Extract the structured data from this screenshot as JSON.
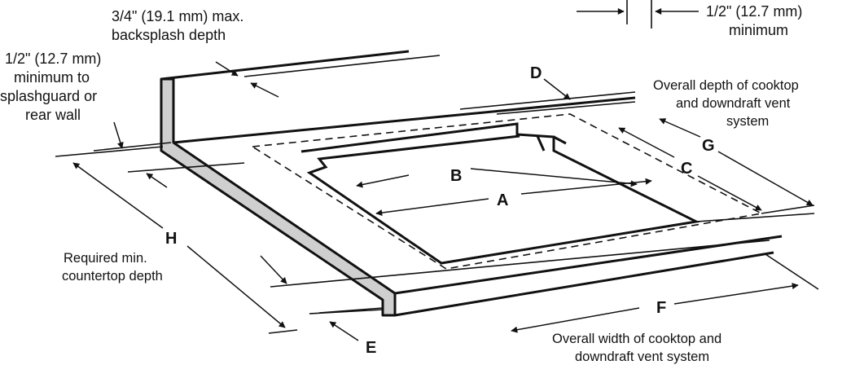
{
  "labels": {
    "backsplash_line1": "3/4\" (19.1 mm) max.",
    "backsplash_line2": "backsplash depth",
    "minimum_top_line1": "1/2\" (12.7 mm)",
    "minimum_top_line2": "minimum",
    "rear_line1": "1/2\" (12.7 mm)",
    "rear_line2": "minimum to",
    "rear_line3": "splashguard or",
    "rear_line4": "rear wall",
    "overall_depth_line1": "Overall depth of cooktop",
    "overall_depth_line2": "and downdraft vent",
    "overall_depth_line3": "system",
    "countertop_line1": "Required min.",
    "countertop_line2": "countertop depth",
    "overall_width_line1": "Overall width of cooktop and",
    "overall_width_line2": "downdraft vent system"
  },
  "letters": {
    "A": "A",
    "B": "B",
    "C": "C",
    "D": "D",
    "E": "E",
    "F": "F",
    "G": "G",
    "H": "H"
  }
}
